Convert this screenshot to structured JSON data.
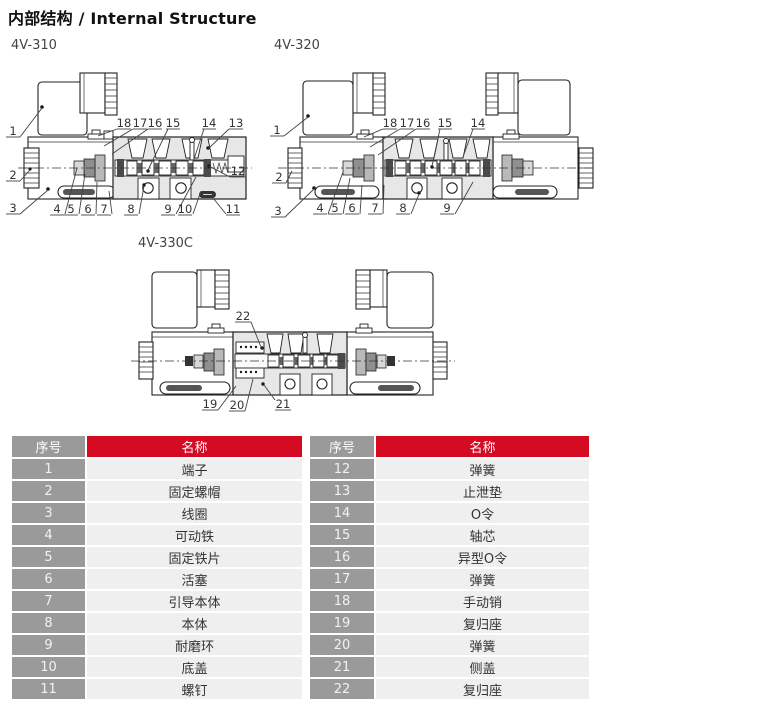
{
  "page": {
    "title": "内部结构 / Internal Structure"
  },
  "colors": {
    "accent_red": "#D50A23",
    "cell_gray": "#9A9A9A",
    "cell_light": "#EFEFEF"
  },
  "diagrams": {
    "v310": {
      "label": "4V-310",
      "left": [
        "1",
        "2",
        "3"
      ],
      "top": [
        "18",
        "17",
        "16",
        "15",
        "14",
        "13"
      ],
      "right": [
        "12"
      ],
      "bottom": [
        "4",
        "5",
        "6",
        "7",
        "8",
        "9",
        "10",
        "11"
      ]
    },
    "v320": {
      "label": "4V-320",
      "left": [
        "1",
        "2",
        "3"
      ],
      "top": [
        "18",
        "17",
        "16",
        "15",
        "14"
      ],
      "bottom": [
        "4",
        "5",
        "6",
        "7",
        "8",
        "9"
      ]
    },
    "v330c": {
      "label": "4V-330C",
      "top": [
        "22"
      ],
      "bottom": [
        "19",
        "20",
        "21"
      ]
    }
  },
  "table": {
    "header_no": "序号",
    "header_name": "名称",
    "left": [
      {
        "no": "1",
        "name": "端子"
      },
      {
        "no": "2",
        "name": "固定螺帽"
      },
      {
        "no": "3",
        "name": "线圈"
      },
      {
        "no": "4",
        "name": "可动铁"
      },
      {
        "no": "5",
        "name": "固定铁片"
      },
      {
        "no": "6",
        "name": "活塞"
      },
      {
        "no": "7",
        "name": "引导本体"
      },
      {
        "no": "8",
        "name": "本体"
      },
      {
        "no": "9",
        "name": "耐磨环"
      },
      {
        "no": "10",
        "name": "底盖"
      },
      {
        "no": "11",
        "name": "螺钉"
      }
    ],
    "right": [
      {
        "no": "12",
        "name": "弹簧"
      },
      {
        "no": "13",
        "name": "止泄垫"
      },
      {
        "no": "14",
        "name": "O令"
      },
      {
        "no": "15",
        "name": "轴芯"
      },
      {
        "no": "16",
        "name": "异型O令"
      },
      {
        "no": "17",
        "name": "弹簧"
      },
      {
        "no": "18",
        "name": "手动销"
      },
      {
        "no": "19",
        "name": "复归座"
      },
      {
        "no": "20",
        "name": "弹簧"
      },
      {
        "no": "21",
        "name": "侧盖"
      },
      {
        "no": "22",
        "name": "复归座"
      }
    ]
  }
}
